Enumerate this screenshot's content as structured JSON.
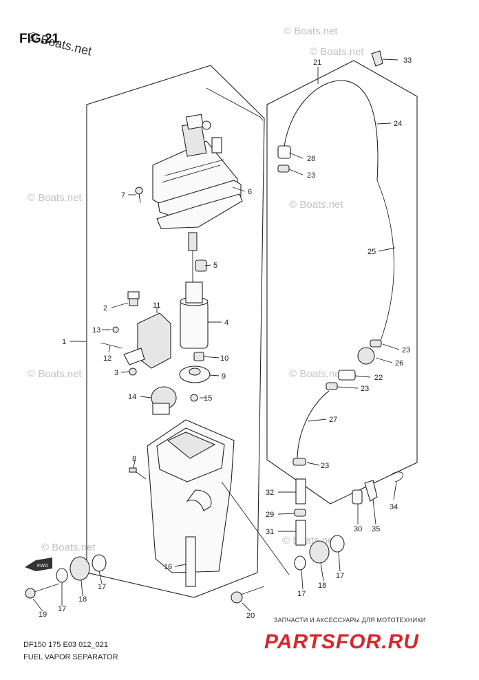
{
  "figure": {
    "title": "FIG.21",
    "caption_code": "DF150 175 E03 012_021",
    "caption_name": "FUEL VAPOR SEPARATOR"
  },
  "watermarks": {
    "primary": "© Boats.net",
    "secondary": "© Boats.net"
  },
  "branding": {
    "subtitle": "ЗАПЧАСТИ И АКСЕССУАРЫ ДЛЯ МОТОТЕХНИКИ",
    "logo_text": "PARTSFOR.RU"
  },
  "callouts": [
    {
      "id": "c33",
      "text": "33"
    },
    {
      "id": "c21",
      "text": "21"
    },
    {
      "id": "c24",
      "text": "24"
    },
    {
      "id": "c28",
      "text": "28"
    },
    {
      "id": "c23a",
      "text": "23"
    },
    {
      "id": "c25",
      "text": "25"
    },
    {
      "id": "c23b",
      "text": "23"
    },
    {
      "id": "c26",
      "text": "26"
    },
    {
      "id": "c22",
      "text": "22"
    },
    {
      "id": "c23c",
      "text": "23"
    },
    {
      "id": "c27",
      "text": "27"
    },
    {
      "id": "c23d",
      "text": "23"
    },
    {
      "id": "c32",
      "text": "32"
    },
    {
      "id": "c34",
      "text": "34"
    },
    {
      "id": "c29",
      "text": "29"
    },
    {
      "id": "c30",
      "text": "30"
    },
    {
      "id": "c35",
      "text": "35"
    },
    {
      "id": "c31",
      "text": "31"
    },
    {
      "id": "c17a",
      "text": "17"
    },
    {
      "id": "c18a",
      "text": "18"
    },
    {
      "id": "c17b",
      "text": "17"
    },
    {
      "id": "c20",
      "text": "20"
    },
    {
      "id": "c7",
      "text": "7"
    },
    {
      "id": "c6",
      "text": "6"
    },
    {
      "id": "c5",
      "text": "5"
    },
    {
      "id": "c2",
      "text": "2"
    },
    {
      "id": "c11",
      "text": "11"
    },
    {
      "id": "c4",
      "text": "4"
    },
    {
      "id": "c13",
      "text": "13"
    },
    {
      "id": "c1",
      "text": "1"
    },
    {
      "id": "c12",
      "text": "12"
    },
    {
      "id": "c10",
      "text": "10"
    },
    {
      "id": "c3",
      "text": "3"
    },
    {
      "id": "c9",
      "text": "9"
    },
    {
      "id": "c14",
      "text": "14"
    },
    {
      "id": "c15",
      "text": "15"
    },
    {
      "id": "c8",
      "text": "8"
    },
    {
      "id": "c16",
      "text": "16"
    },
    {
      "id": "c17c",
      "text": "17"
    },
    {
      "id": "c19",
      "text": "19"
    },
    {
      "id": "c17d",
      "text": "17"
    },
    {
      "id": "c18b",
      "text": "18"
    }
  ],
  "icons": {
    "fwd_arrow": "fwd-arrow-icon",
    "fwd_text": "FWD"
  }
}
